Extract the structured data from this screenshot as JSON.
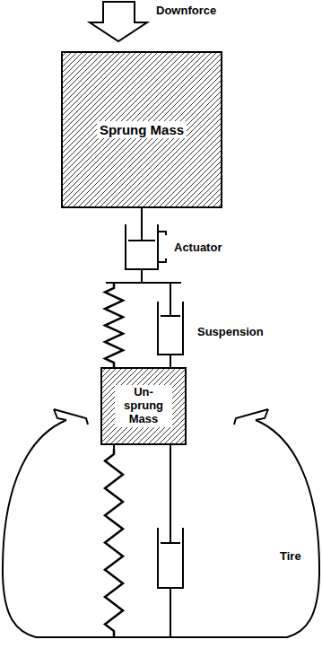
{
  "diagram": {
    "nodes": [
      {
        "text": [
          "Sprung Mass"
        ]
      },
      {
        "text": [
          "Un- sprung Mass"
        ]
      }
    ],
    "labels": [
      "Downforce",
      "Actuator",
      "Suspension",
      "Tire"
    ]
  }
}
